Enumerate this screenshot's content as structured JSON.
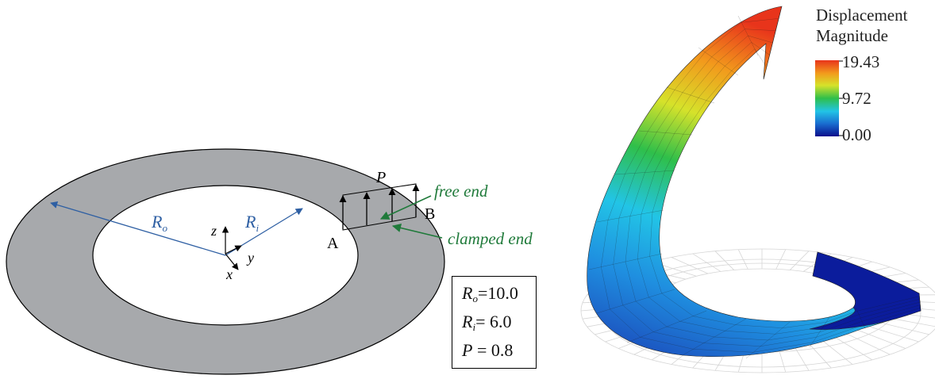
{
  "left_diagram": {
    "labels": {
      "Ro_symbol": "R",
      "Ro_sub": "o",
      "Ri_symbol": "R",
      "Ri_sub": "i",
      "z_axis": "z",
      "y_axis": "y",
      "x_axis": "x",
      "point_A": "A",
      "point_B": "B",
      "load_P": "P",
      "free_end": "free end",
      "clamped_end": "clamped end"
    },
    "colors": {
      "annulus_fill": "#a7a9ac",
      "radius_lines": "#2e5fa3",
      "annotation_green": "#1f7a3a",
      "outline": "#000000"
    }
  },
  "parameters": {
    "Ro_symbol": "R",
    "Ro_sub": "o",
    "Ro_value": "=10.0",
    "Ri_symbol": "R",
    "Ri_sub": "i",
    "Ri_value": "= 6.0",
    "P_symbol": "P",
    "P_value": " = 0.8"
  },
  "legend": {
    "title_line1": "Displacement",
    "title_line2": "Magnitude",
    "max": "19.43",
    "mid": "9.72",
    "min": "0.00",
    "colormap": [
      "#0a0f8c",
      "#1a6fd1",
      "#22c4e6",
      "#2fbf4a",
      "#d6e22a",
      "#f29a1c",
      "#e8341b"
    ]
  }
}
